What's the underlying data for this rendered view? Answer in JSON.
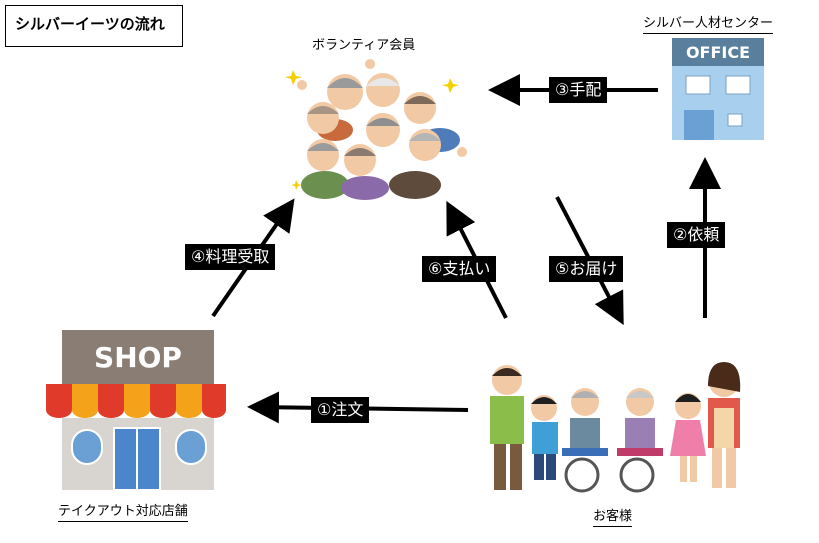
{
  "title": "シルバーイーツの流れ",
  "nodes": {
    "volunteer": "ボランティア会員",
    "center": "シルバー人材センター",
    "shop": "テイクアウト対応店舗",
    "customer": "お客様"
  },
  "icons": {
    "office_sign": "OFFICE",
    "shop_sign": "SHOP"
  },
  "steps": {
    "s1": "①注文",
    "s2": "②依頼",
    "s3": "③手配",
    "s4": "④料理受取",
    "s5": "⑤お届け",
    "s6": "⑥支払い"
  }
}
